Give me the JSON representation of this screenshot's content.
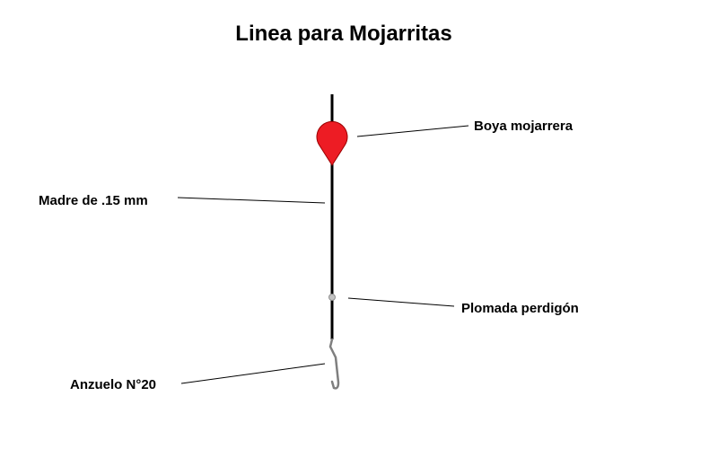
{
  "title": "Linea para Mojarritas",
  "labels": {
    "float": "Boya mojarrera",
    "mainline": "Madre de .15 mm",
    "sinker": "Plomada perdigón",
    "hook": "Anzuelo N°20"
  },
  "colors": {
    "line": "#000000",
    "float": "#ed1c24",
    "sinker": "#c3c3c3",
    "hook": "#7f7f7f"
  }
}
